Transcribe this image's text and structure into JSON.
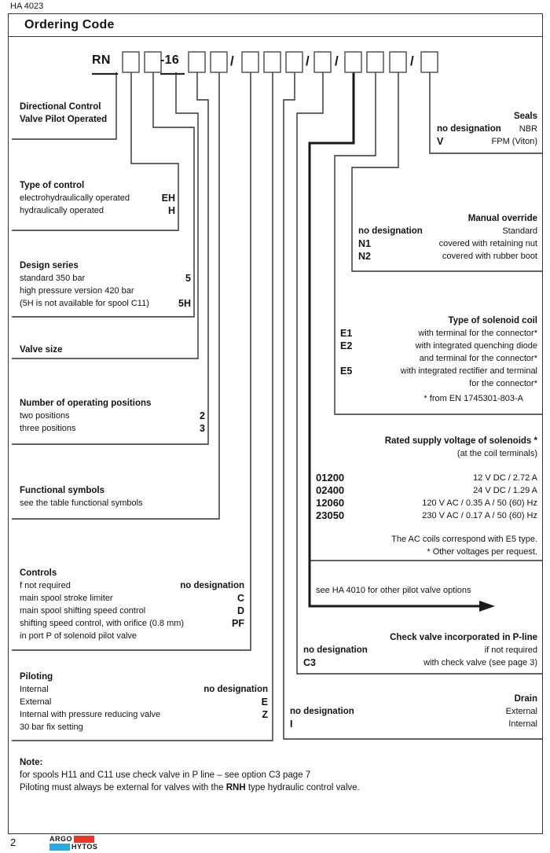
{
  "page": {
    "doc_code": "HA 4023",
    "title": "Ordering Code",
    "page_number": "2",
    "brand": {
      "line1": "ARGO",
      "line2": "HYTOS",
      "red": "#e8362b",
      "blue": "#2aa9e0"
    }
  },
  "code": {
    "prefix": "RN",
    "size": "-16",
    "slash": "/"
  },
  "sections": {
    "directional": {
      "title1": "Directional Control",
      "title2": "Valve Pilot Operated"
    },
    "control": {
      "title": "Type of control",
      "rows": [
        {
          "label": "electrohydraulically operated",
          "code": "EH"
        },
        {
          "label": "hydraulically operated",
          "code": "H"
        }
      ]
    },
    "design": {
      "title": "Design series",
      "rows": [
        {
          "label": "standard 350 bar",
          "code": "5"
        },
        {
          "label": "high pressure version 420 bar",
          "code": ""
        },
        {
          "label": "(5H is not available for spool C11)",
          "code": "5H"
        }
      ]
    },
    "size": {
      "title": "Valve size"
    },
    "positions": {
      "title": "Number of operating positions",
      "rows": [
        {
          "label": "two positions",
          "code": "2"
        },
        {
          "label": "three positions",
          "code": "3"
        }
      ]
    },
    "symbols": {
      "title": "Functional symbols",
      "rows": [
        {
          "label": "see the table functional symbols"
        }
      ]
    },
    "controls": {
      "title": "Controls",
      "rows": [
        {
          "label": "f not required",
          "code": "no designation"
        },
        {
          "label": "main spool stroke limiter",
          "code": "C"
        },
        {
          "label": "main spool shifting speed control",
          "code": "D"
        },
        {
          "label": "shifting speed control, with orifice (0.8 mm)",
          "code": "PF"
        },
        {
          "label": "in port P of solenoid pilot valve",
          "code": ""
        }
      ]
    },
    "piloting": {
      "title": "Piloting",
      "rows": [
        {
          "label": "Internal",
          "code": "no designation"
        },
        {
          "label": "External",
          "code": "E"
        },
        {
          "label": "Internal with pressure reducing valve",
          "code": "Z"
        },
        {
          "label": "30 bar fix setting",
          "code": ""
        }
      ]
    },
    "seals": {
      "title": "Seals",
      "rows": [
        {
          "code": "no designation",
          "label": "NBR"
        },
        {
          "code": "V",
          "label": "FPM (Viton)"
        }
      ]
    },
    "override": {
      "title": "Manual override",
      "rows": [
        {
          "code": "no designation",
          "label": "Standard"
        },
        {
          "code": "N1",
          "label": "covered with retaining nut"
        },
        {
          "code": "N2",
          "label": "covered with rubber boot"
        }
      ]
    },
    "coil": {
      "title": "Type of solenoid coil",
      "rows": [
        {
          "code": "E1",
          "label": "with terminal for the connector*"
        },
        {
          "code": "E2",
          "label": "with integrated quenching diode"
        },
        {
          "code": "",
          "label": "and terminal for the connector*"
        },
        {
          "code": "E5",
          "label": "with integrated rectifier and terminal"
        },
        {
          "code": "",
          "label": "for the connector*"
        }
      ],
      "footnote": "* from EN 1745301-803-A"
    },
    "voltage": {
      "title": "Rated supply voltage of solenoids *",
      "subtitle": "(at the coil terminals)",
      "rows": [
        {
          "code": "01200",
          "label": "12 V DC / 2.72 A"
        },
        {
          "code": "02400",
          "label": "24 V DC / 1.29 A"
        },
        {
          "code": "12060",
          "label": "120 V AC / 0.35 A / 50 (60) Hz"
        },
        {
          "code": "23050",
          "label": "230 V AC / 0.17 A / 50 (60) Hz"
        }
      ],
      "note1": "The AC coils correspond with E5 type.",
      "note2": "*  Other voltages per request."
    },
    "pilot_arrow": {
      "text": "see HA 4010 for other pilot valve options"
    },
    "check": {
      "title": "Check valve incorporated in P-line",
      "rows": [
        {
          "code": "no designation",
          "label": "if not required"
        },
        {
          "code": "C3",
          "label": "with check valve (see page 3)"
        }
      ]
    },
    "drain": {
      "title": "Drain",
      "rows": [
        {
          "code": "no designation",
          "label": "External"
        },
        {
          "code": "I",
          "label": "Internal"
        }
      ]
    }
  },
  "note": {
    "title": "Note:",
    "line1": "for spools H11 and C11 use check valve in P line – see option C3 page 7",
    "line2_prefix": "Piloting must always be external for valves with the ",
    "line2_bold": "RNH",
    "line2_suffix": " type hydraulic control valve."
  }
}
